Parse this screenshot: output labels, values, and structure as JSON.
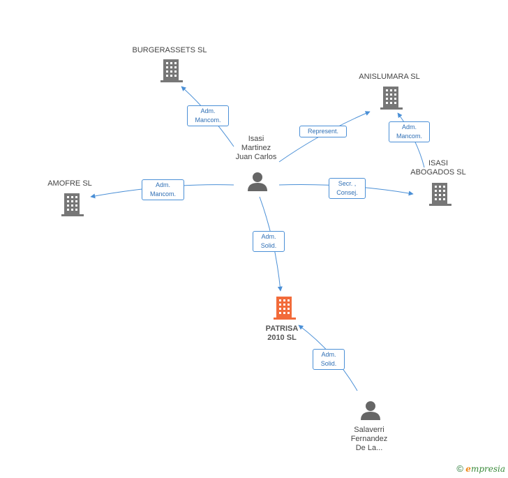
{
  "nodes": {
    "burgerassets": {
      "name": "BURGERASSETS SL"
    },
    "anislumara": {
      "name": "ANISLUMARA SL"
    },
    "amofre": {
      "name": "AMOFRE SL"
    },
    "isasi_abogados": {
      "name_line1": "ISASI",
      "name_line2": "ABOGADOS SL"
    },
    "isasi_person": {
      "name_line1": "Isasi",
      "name_line2": "Martinez",
      "name_line3": "Juan Carlos"
    },
    "patrisa": {
      "name_line1": "PATRISA",
      "name_line2": "2010 SL"
    },
    "salaverri": {
      "name_line1": "Salaverri",
      "name_line2": "Fernandez",
      "name_line3": "De La..."
    }
  },
  "edges": {
    "to_burgerassets": {
      "line1": "Adm.",
      "line2": "Mancom."
    },
    "to_anislumara_represent": {
      "line1": "Represent."
    },
    "abogados_to_anislumara": {
      "line1": "Adm.",
      "line2": "Mancom."
    },
    "to_amofre": {
      "line1": "Adm.",
      "line2": "Mancom."
    },
    "to_abogados": {
      "line1": "Secr. ,",
      "line2": "Consej."
    },
    "isasi_to_patrisa": {
      "line1": "Adm.",
      "line2": "Solid."
    },
    "salaverri_to_patrisa": {
      "line1": "Adm.",
      "line2": "Solid."
    }
  },
  "colors": {
    "edge": "#4a8fd6",
    "building": "#777777",
    "main_building": "#f26b3a",
    "person": "#666666"
  },
  "footer": {
    "copyright": "©",
    "brand_e": "e",
    "brand_rest": "mpresia"
  }
}
